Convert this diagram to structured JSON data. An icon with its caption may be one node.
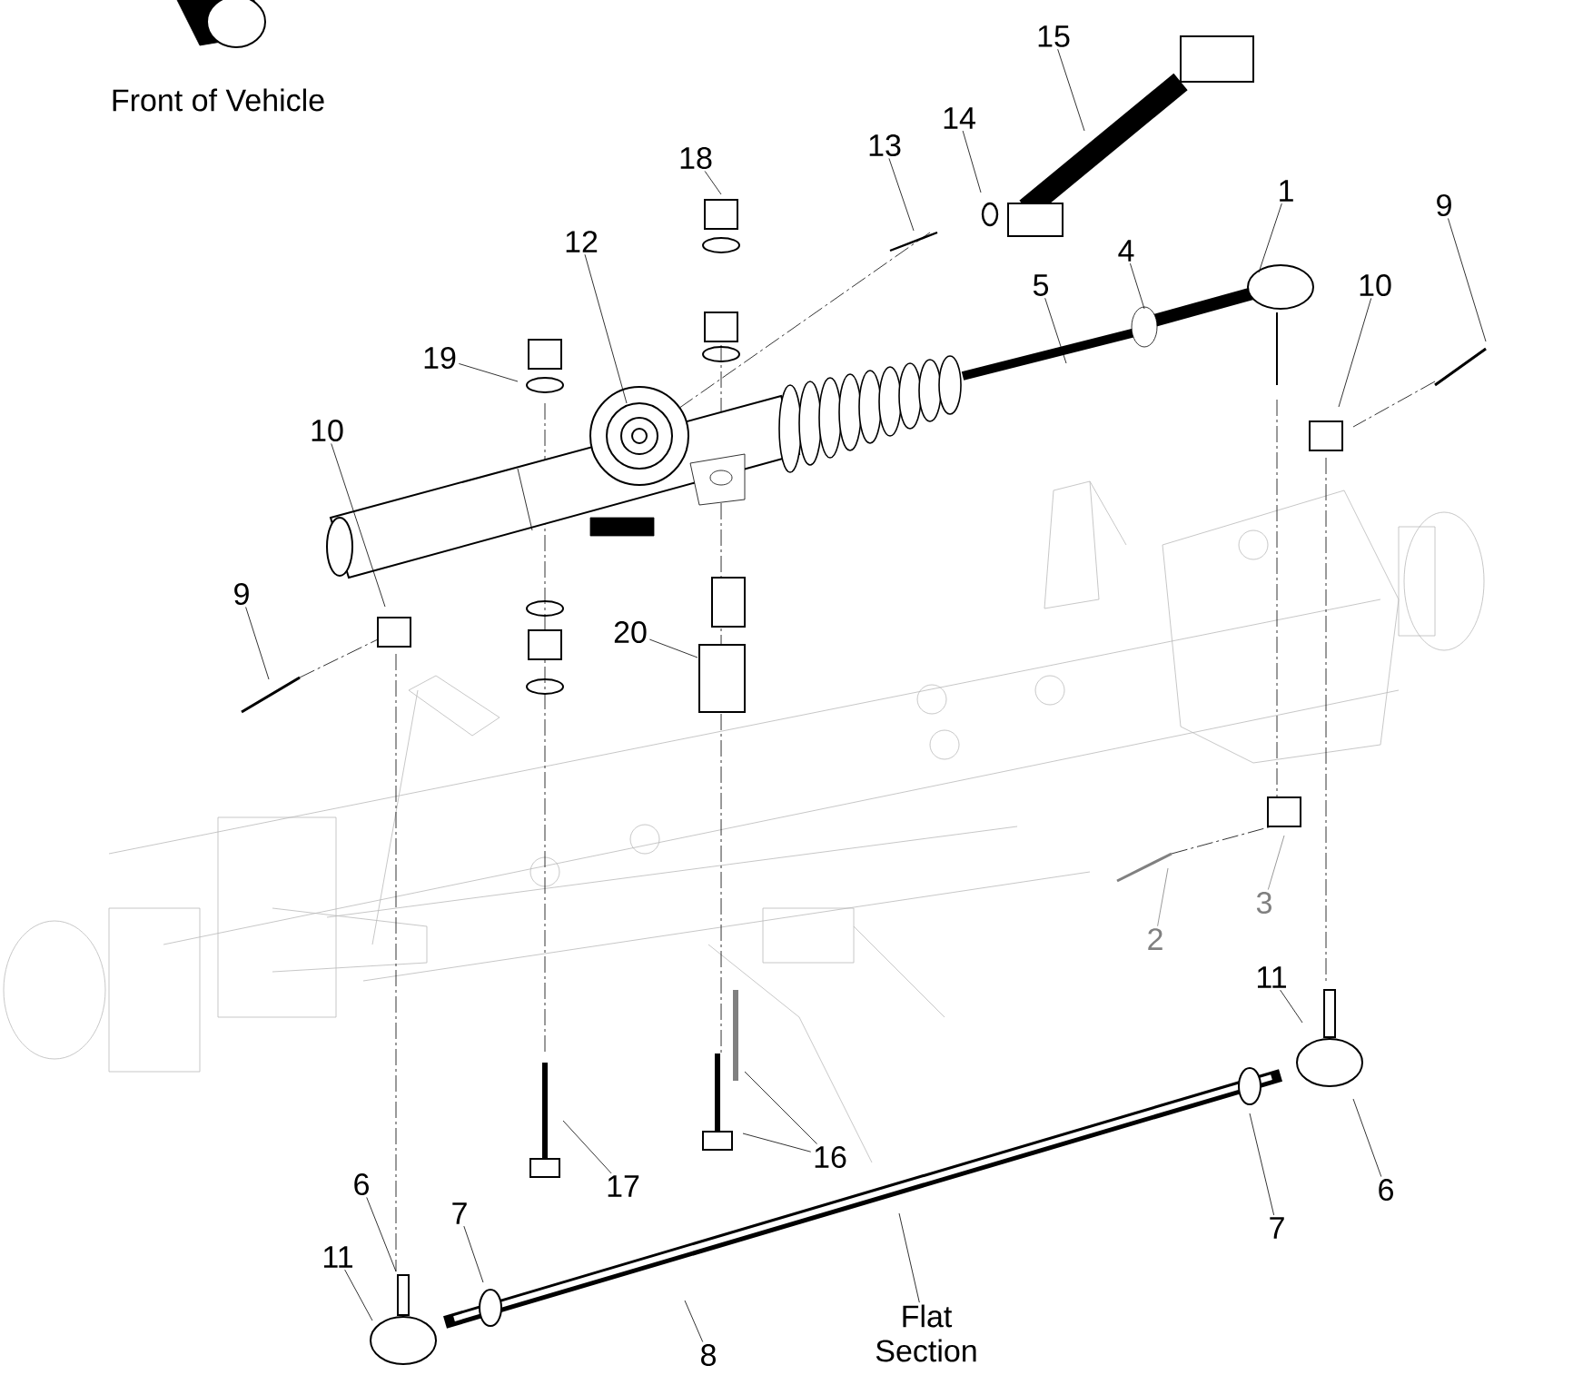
{
  "diagram": {
    "nodes": [
      {
        "text": [
          "15"
        ]
      },
      {
        "text": [
          "14"
        ]
      },
      {
        "text": [
          "13"
        ]
      },
      {
        "text": [
          "18"
        ]
      },
      {
        "text": [
          "1"
        ]
      },
      {
        "text": [
          "9"
        ]
      },
      {
        "text": [
          "12"
        ]
      },
      {
        "text": [
          "4"
        ]
      },
      {
        "text": [
          "5"
        ]
      },
      {
        "text": [
          "10"
        ]
      },
      {
        "text": [
          "19"
        ]
      },
      {
        "text": [
          "10"
        ]
      },
      {
        "text": [
          "9"
        ]
      },
      {
        "text": [
          "20"
        ]
      },
      {
        "text": [
          "3"
        ]
      },
      {
        "text": [
          "2"
        ]
      },
      {
        "text": [
          "11"
        ]
      },
      {
        "text": [
          "16"
        ]
      },
      {
        "text": [
          "17"
        ]
      },
      {
        "text": [
          "6"
        ]
      },
      {
        "text": [
          "6"
        ]
      },
      {
        "text": [
          "7"
        ]
      },
      {
        "text": [
          "7"
        ]
      },
      {
        "text": [
          "11"
        ]
      },
      {
        "text": [
          "Flat Section"
        ]
      },
      {
        "text": [
          "8"
        ]
      }
    ],
    "edges": [
      {
        "from": 0,
        "to": null,
        "arrow": "none"
      },
      {
        "from": 1,
        "to": null,
        "arrow": "none"
      },
      {
        "from": 2,
        "to": null,
        "arrow": "none"
      },
      {
        "from": 3,
        "to": null,
        "arrow": "none"
      },
      {
        "from": 4,
        "to": null,
        "arrow": "none"
      },
      {
        "from": 5,
        "to": null,
        "arrow": "none"
      },
      {
        "from": 6,
        "to": null,
        "arrow": "none"
      },
      {
        "from": 7,
        "to": null,
        "arrow": "none"
      },
      {
        "from": 8,
        "to": null,
        "arrow": "none"
      },
      {
        "from": 9,
        "to": null,
        "arrow": "none"
      },
      {
        "from": 10,
        "to": null,
        "arrow": "none"
      },
      {
        "from": 11,
        "to": null,
        "arrow": "none"
      },
      {
        "from": 12,
        "to": null,
        "arrow": "none"
      },
      {
        "from": 13,
        "to": null,
        "arrow": "none"
      },
      {
        "from": 14,
        "to": null,
        "arrow": "none",
        "color": "#808080"
      },
      {
        "from": 15,
        "to": null,
        "arrow": "none",
        "color": "#808080"
      },
      {
        "from": 16,
        "to": null,
        "arrow": "none"
      },
      {
        "from": 17,
        "to": null,
        "arrow": "none"
      },
      {
        "from": 17,
        "to": null,
        "arrow": "none"
      },
      {
        "from": 18,
        "to": null,
        "arrow": "none"
      },
      {
        "from": 19,
        "to": null,
        "arrow": "none"
      },
      {
        "from": 20,
        "to": null,
        "arrow": "none"
      },
      {
        "from": 21,
        "to": null,
        "arrow": "none"
      },
      {
        "from": 22,
        "to": null,
        "arrow": "none"
      },
      {
        "from": 23,
        "to": null,
        "arrow": "none"
      },
      {
        "from": 24,
        "to": null,
        "arrow": "none"
      },
      {
        "from": 25,
        "to": null,
        "arrow": "none"
      }
    ],
    "labels": [
      "Front of Vehicle"
    ]
  }
}
